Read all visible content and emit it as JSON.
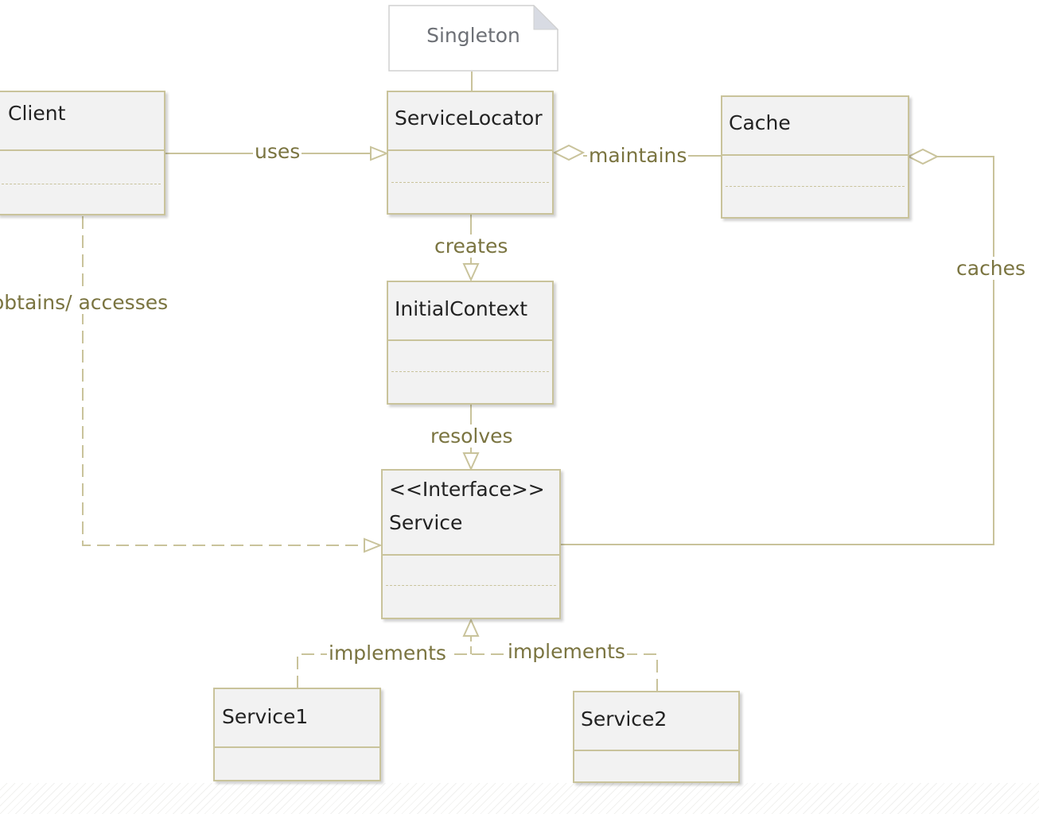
{
  "note": {
    "text": "Singleton"
  },
  "classes": {
    "client": {
      "name": "Client"
    },
    "service_locator": {
      "name": "ServiceLocator"
    },
    "cache": {
      "name": "Cache"
    },
    "initial_context": {
      "name": "InitialContext"
    },
    "service": {
      "stereotype": "<<Interface>>",
      "name": "Service"
    },
    "service1": {
      "name": "Service1"
    },
    "service2": {
      "name": "Service2"
    }
  },
  "relations": {
    "uses": "uses",
    "maintains": "maintains",
    "creates": "creates",
    "resolves": "resolves",
    "obtains_accesses": "obtains/ accesses",
    "caches": "caches",
    "implements_left": "implements",
    "implements_right": "implements"
  },
  "colors": {
    "line": "#c9c39b",
    "label": "#7a7440",
    "box_fill": "#f2f2f2",
    "note_text": "#6d7076"
  }
}
